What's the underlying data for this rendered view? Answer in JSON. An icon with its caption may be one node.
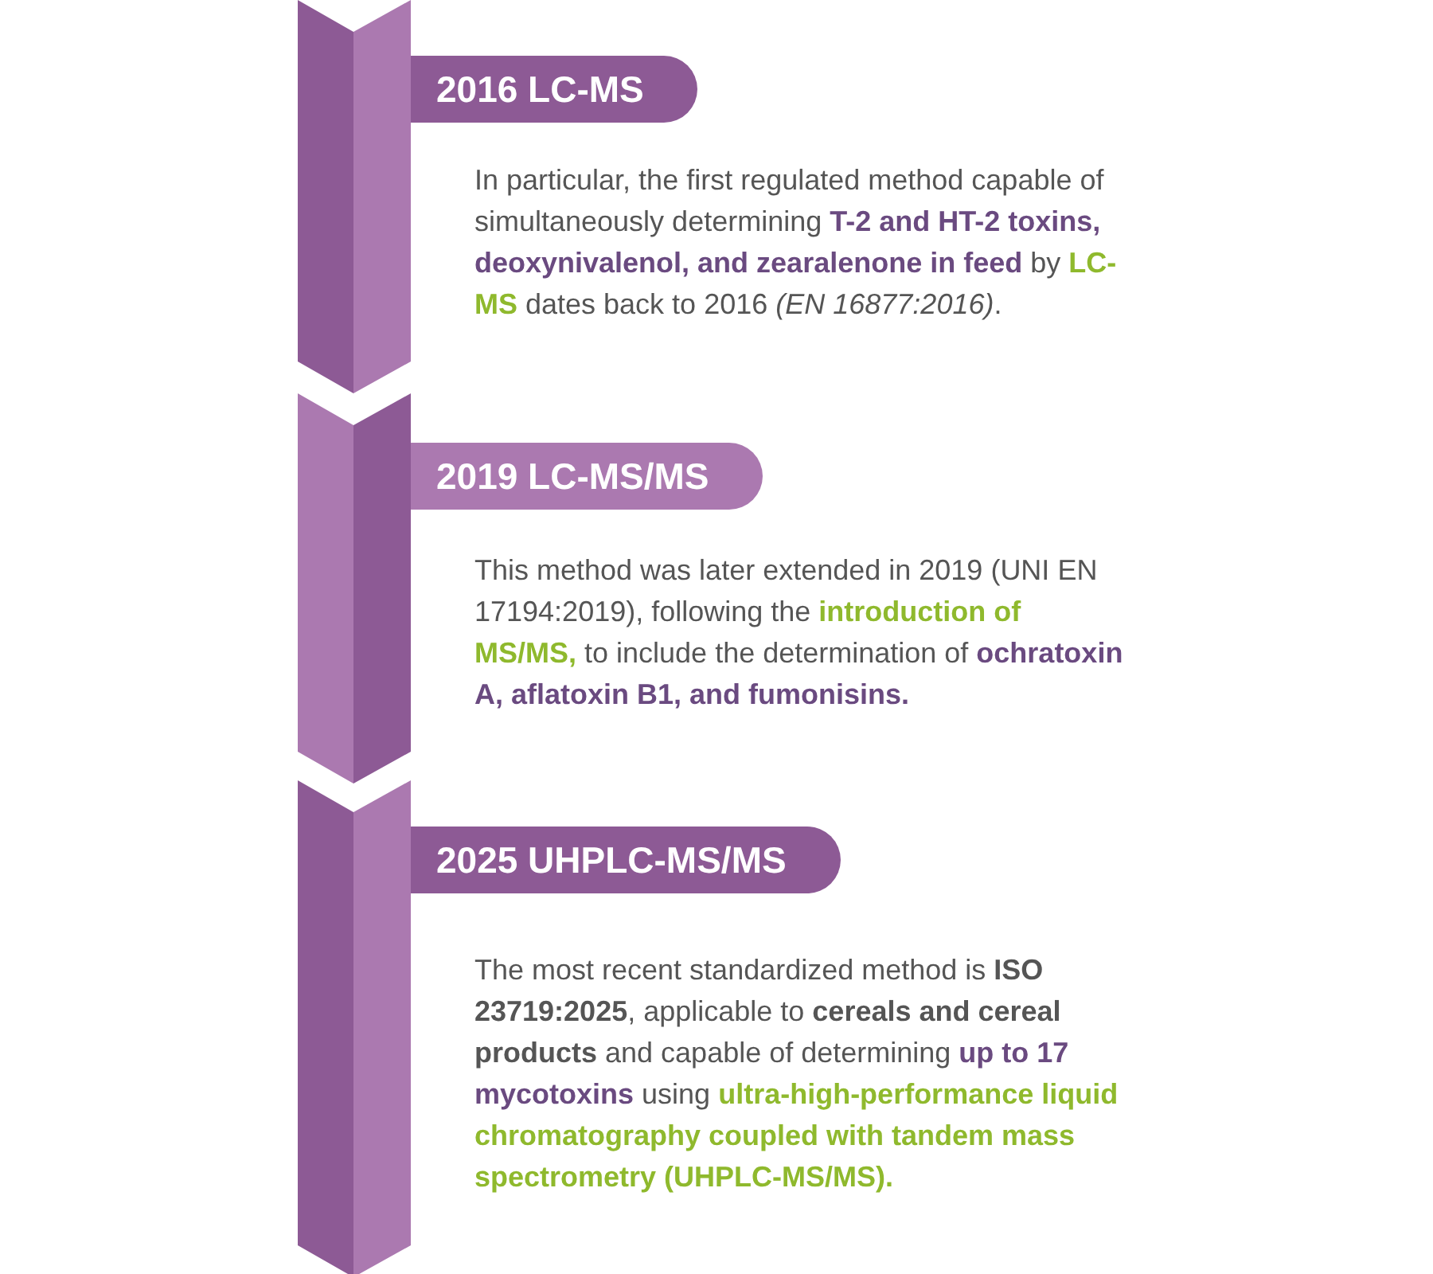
{
  "diagram": {
    "nodes": [
      {
        "text": [
          "2016 LC-MS"
        ],
        "beside": [
          "In particular, the first regulated method capable of simultaneously determining **T-2 and HT-2 toxins, deoxynivalenol, and zearalenone in feed** by **LC-MS** dates back to 2016 *(EN 16877:2016)*."
        ]
      },
      {
        "text": [
          "2019 LC-MS/MS"
        ],
        "beside": [
          "This method was later extended in 2019 (UNI EN 17194:2019), following the **introduction of MS/MS,** to include the determination of **ochratoxin A, aflatoxin B1, and fumonisins.**"
        ]
      },
      {
        "text": [
          "2025 UHPLC-MS/MS"
        ],
        "beside": [
          "The most recent standardized method is **ISO 23719:2025**, applicable to **cereals and cereal products** and capable of determining **up to 17 mycotoxins** using **ultra-high-performance liquid chromatography coupled with tandem mass spectrometry (UHPLC-MS/MS).**"
        ]
      }
    ]
  }
}
